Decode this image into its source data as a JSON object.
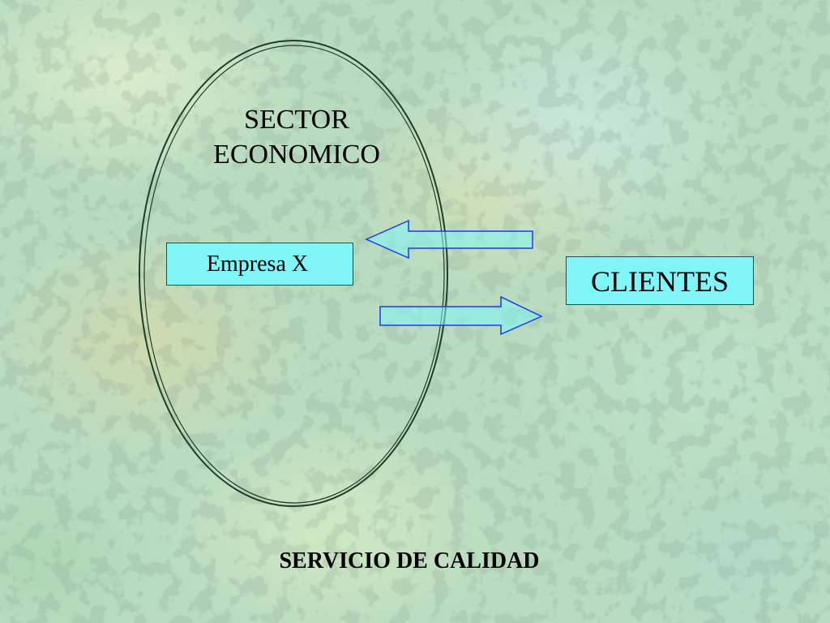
{
  "diagram": {
    "sector_title": "SECTOR\nECONOMICO",
    "company_label": "Empresa X",
    "clients_label": "CLIENTES",
    "footer_title": "SERVICIO DE CALIDAD"
  },
  "colors": {
    "box_fill": "#7ff5f7",
    "arrow_stroke": "#1a3cf0",
    "ellipse_stroke": "#1f3d2a"
  },
  "icons": {
    "left_arrow": "arrow-left-icon",
    "right_arrow": "arrow-right-icon"
  }
}
